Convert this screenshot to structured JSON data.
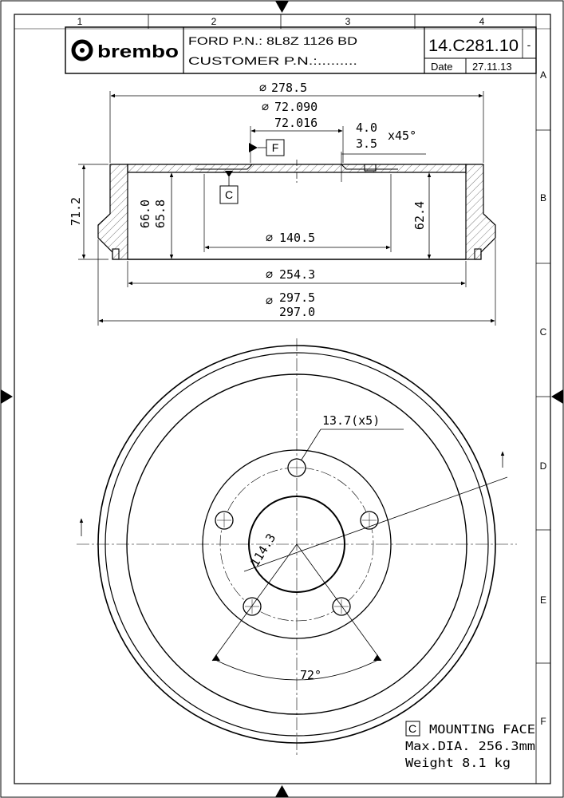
{
  "zones": {
    "columns": [
      "1",
      "2",
      "3",
      "4"
    ],
    "rows": [
      "A",
      "B",
      "C",
      "D",
      "E",
      "F"
    ]
  },
  "title_block": {
    "logo_text": "brembo",
    "ford_pn": "FORD P.N.: 8L8Z 1126 BD",
    "customer_pn": "CUSTOMER P.N.:.........",
    "part_number": "14.C281.10",
    "revision": "-",
    "date_label": "Date",
    "date_value": "27.11.13"
  },
  "section_view": {
    "dia_outer": "278.5",
    "pilot_dia_max": "72.090",
    "pilot_dia_min": "72.016",
    "chamfer_a": "4.0",
    "chamfer_b": "3.5",
    "chamfer_angle": "x45°",
    "datum_f": "F",
    "datum_c": "C",
    "height_total": "71.2",
    "depth_max": "66.0",
    "depth_min": "65.8",
    "depth_inner": "62.4",
    "dia_hat": "140.5",
    "dia_braking": "254.3",
    "dia_overall_max": "297.5",
    "dia_overall_min": "297.0",
    "diameter_symbol": "⌀"
  },
  "front_view": {
    "hole_callout": "13.7(x5)",
    "bolt_circle": "114.3",
    "hole_angle": "72°"
  },
  "notes": {
    "datum": "C",
    "mounting_face": "MOUNTING FACE",
    "max_dia": "Max.DIA. 256.3mm",
    "weight": "Weight 8.1 kg"
  }
}
